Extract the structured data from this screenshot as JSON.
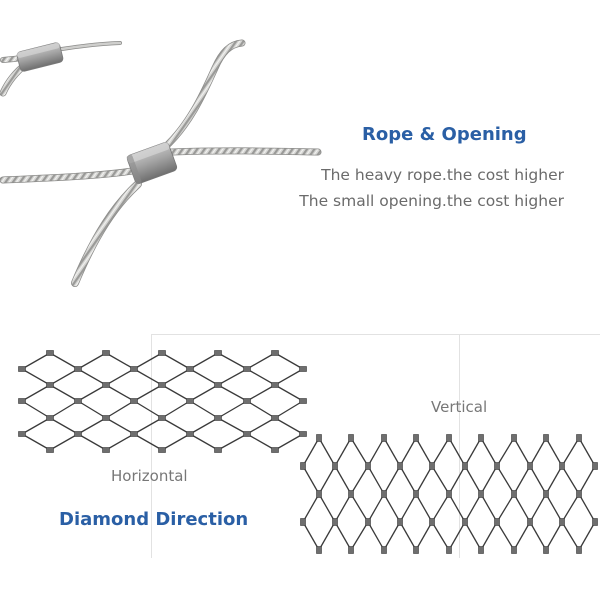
{
  "rope_section": {
    "title": "Rope & Opening",
    "lines": [
      "The heavy rope.the cost higher",
      "The small opening.the cost higher"
    ],
    "image": "stainless-steel-wire-rope-with-ferrule-photo"
  },
  "diamond_section": {
    "title": "Diamond Direction",
    "horizontal_label": "Horizontal",
    "vertical_label": "Vertical",
    "horizontal_diagram": "horizontal-diamond-mesh-diagram",
    "vertical_diagram": "vertical-diamond-mesh-diagram"
  },
  "colors": {
    "title_blue": "#2a5fa5",
    "body_gray": "#6b6b6b",
    "label_gray": "#777777",
    "mesh_line": "#3a3a3a",
    "node_fill": "#6e6e6e",
    "frame_line": "#e2e2e2"
  }
}
